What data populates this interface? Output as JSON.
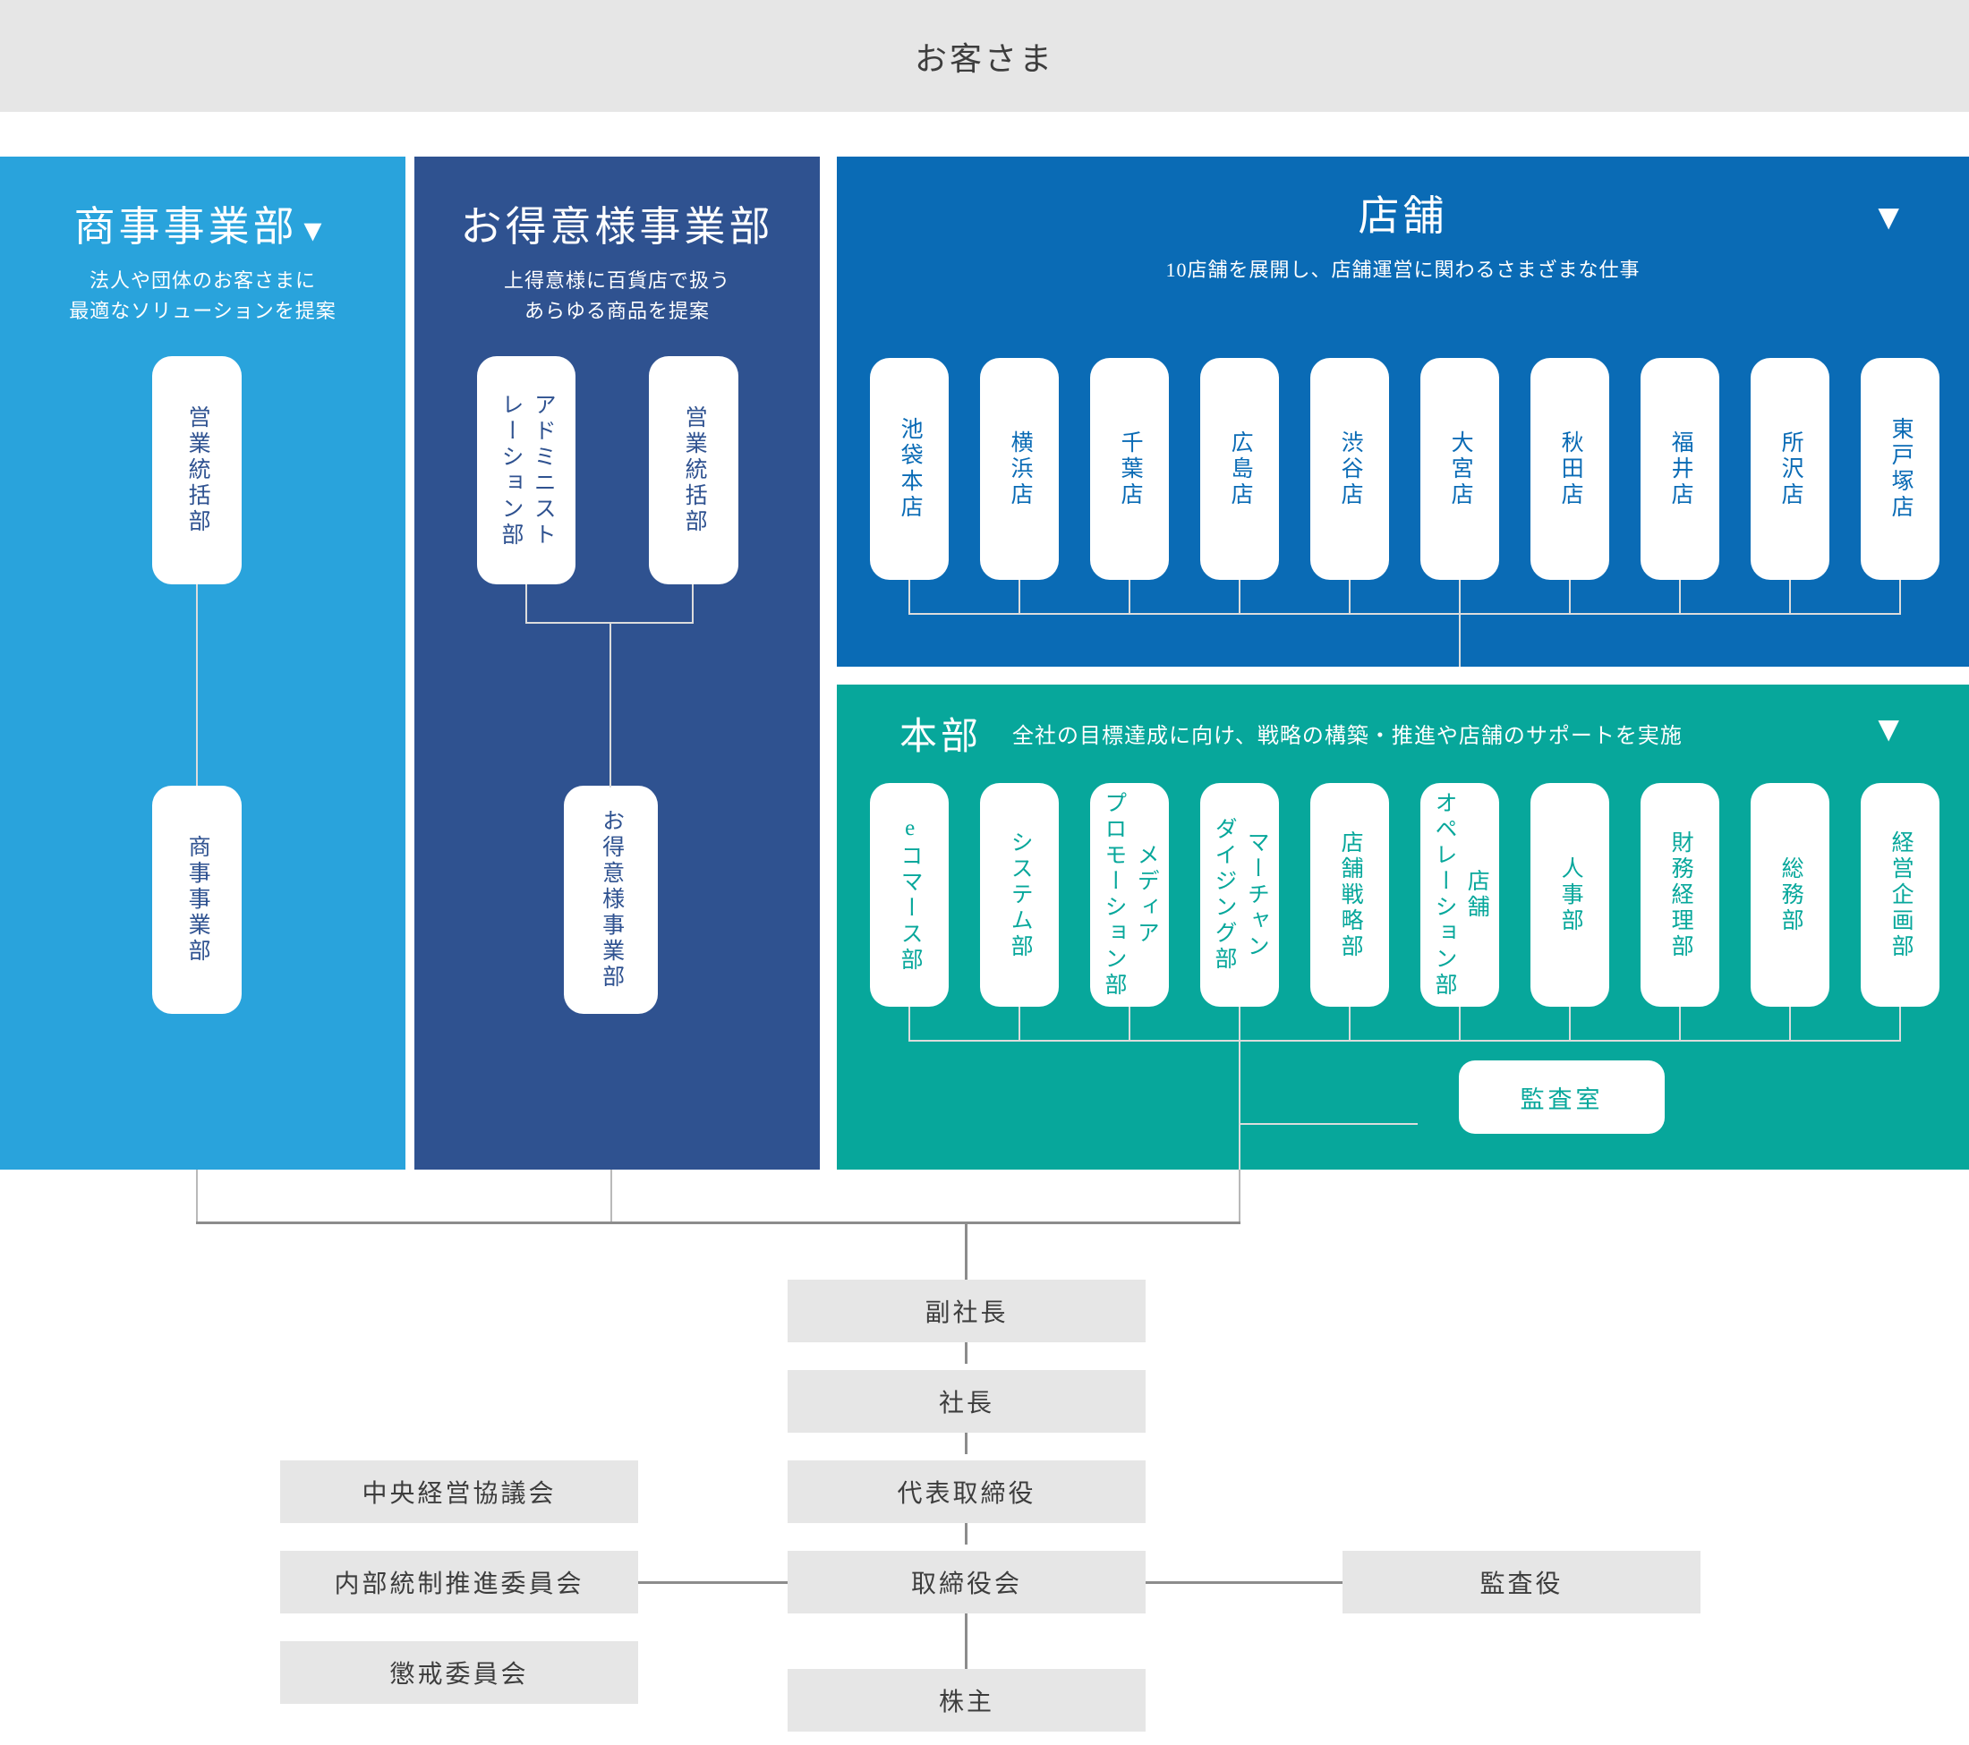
{
  "customer": {
    "label": "お客さま"
  },
  "panels": {
    "shoji": {
      "title": "商事事業部",
      "marker": "▼",
      "subtitle": "法人や団体のお客さまに\n最適なソリューションを提案",
      "sub_line1": "法人や団体のお客さまに",
      "sub_line2": "最適なソリューションを提案",
      "cards_top": [
        {
          "label": "営業統括部"
        }
      ],
      "cards_bottom": [
        {
          "label": "商事事業部"
        }
      ]
    },
    "otokui": {
      "title": "お得意様事業部",
      "subtitle": "上得意様に百貨店で扱う\nあらゆる商品を提案",
      "sub_line1": "上得意様に百貨店で扱う",
      "sub_line2": "あらゆる商品を提案",
      "cards_top": [
        {
          "label": "アドミニスト\nレーション部"
        },
        {
          "label": "営業統括部"
        }
      ],
      "cards_bottom": [
        {
          "label": "お得意様事業部"
        }
      ]
    },
    "tenpo": {
      "title": "店舗",
      "marker": "▼",
      "subtitle": "10店舗を展開し、店舗運営に関わるさまざまな仕事",
      "stores": [
        {
          "label": "池袋本店"
        },
        {
          "label": "横浜店"
        },
        {
          "label": "千葉店"
        },
        {
          "label": "広島店"
        },
        {
          "label": "渋谷店"
        },
        {
          "label": "大宮店"
        },
        {
          "label": "秋田店"
        },
        {
          "label": "福井店"
        },
        {
          "label": "所沢店"
        },
        {
          "label": "東戸塚店"
        }
      ]
    },
    "honbu": {
      "title": "本部",
      "marker": "▼",
      "subtitle": "全社の目標達成に向け、戦略の構築・推進や店舗のサポートを実施",
      "departments": [
        {
          "label": "eコマース部"
        },
        {
          "label": "システム部"
        },
        {
          "label": "メディア\nプロモーション部"
        },
        {
          "label": "マーチャン\nダイジング部"
        },
        {
          "label": "店舗戦略部"
        },
        {
          "label": "店舗\nオペレーション部"
        },
        {
          "label": "人事部"
        },
        {
          "label": "財務経理部"
        },
        {
          "label": "総務部"
        },
        {
          "label": "経営企画部"
        }
      ],
      "audit_room": {
        "label": "監査室"
      }
    }
  },
  "hierarchy": {
    "center": [
      {
        "label": "副社長"
      },
      {
        "label": "社長"
      },
      {
        "label": "代表取締役"
      },
      {
        "label": "取締役会"
      },
      {
        "label": "株主"
      }
    ],
    "left": [
      {
        "label": "中央経営協議会"
      },
      {
        "label": "内部統制推進委員会"
      },
      {
        "label": "懲戒委員会"
      }
    ],
    "right": [
      {
        "label": "監査役"
      }
    ]
  },
  "colors": {
    "customer_bar": "#e6e6e6",
    "shoji": "#29a3dc",
    "otokui": "#2f5290",
    "tenpo": "#0a6bb5",
    "honbu": "#07a79b",
    "grey_box": "#e6e6e6",
    "line": "#b9b9b9",
    "text_dark": "#3d3d3d"
  }
}
